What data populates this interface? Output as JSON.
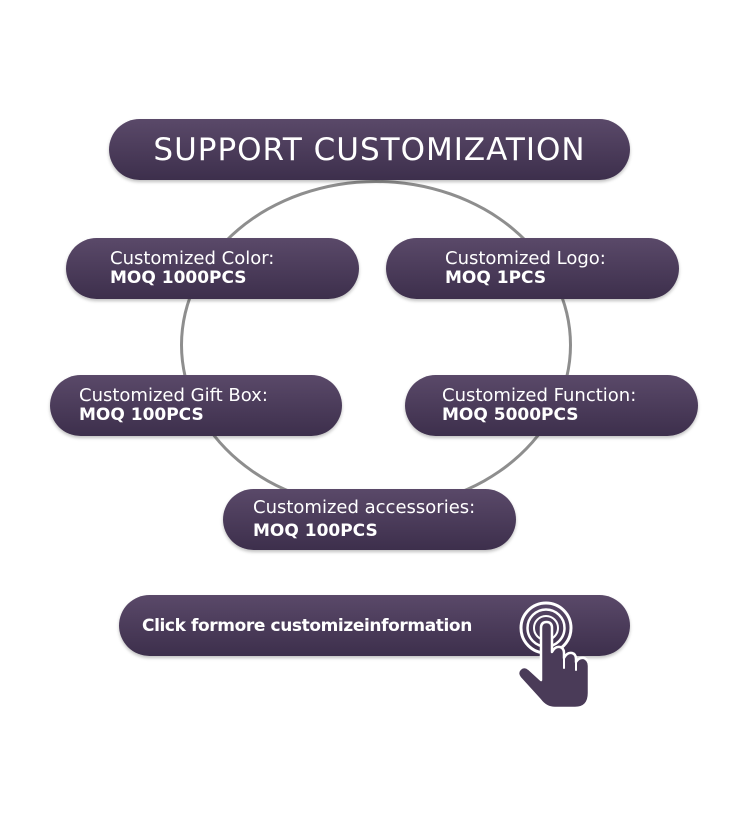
{
  "title": "SUPPORT CUSTOMIZATION",
  "options": [
    {
      "name": "Customized Color:",
      "moq": "MOQ 1000PCS"
    },
    {
      "name": "Customized Logo:",
      "moq": "MOQ 1PCS"
    },
    {
      "name": "Customized Gift Box:",
      "moq": "MOQ 100PCS"
    },
    {
      "name": "Customized Function:",
      "moq": "MOQ 5000PCS"
    },
    {
      "name": "Customized accessories:",
      "moq": "MOQ 100PCS"
    }
  ],
  "cta": {
    "label": "Click formore customizeinformation",
    "icon": "hand-pointer-icon"
  },
  "colors": {
    "pill": "#4a3b58",
    "ring": "#8e8e8e",
    "text": "#ffffff"
  }
}
